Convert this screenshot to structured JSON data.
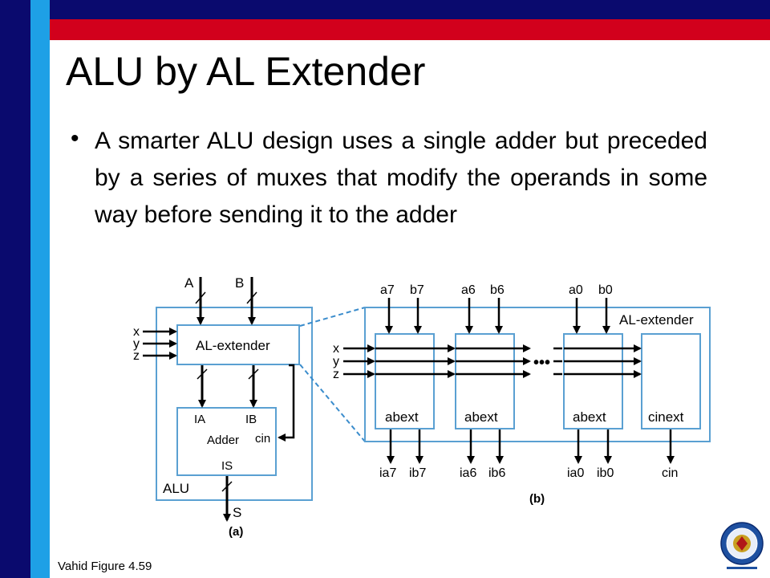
{
  "slide": {
    "title": "ALU by AL Extender",
    "bullet": "A smarter ALU design uses a single adder but preceded by a series of muxes that modify the operands in some way before sending it to the adder",
    "caption": "Vahid Figure 4.59"
  },
  "diagram_a": {
    "input_a": "A",
    "input_b": "B",
    "x": "x",
    "y": "y",
    "z": "z",
    "extender_label": "AL-extender",
    "adder_ia": "IA",
    "adder_ib": "IB",
    "adder_label": "Adder",
    "adder_cin": "cin",
    "adder_is": "IS",
    "alu_label": "ALU",
    "output_s": "S",
    "sublabel": "(a)"
  },
  "diagram_b": {
    "extender_label": "AL-extender",
    "x": "x",
    "y": "y",
    "z": "z",
    "dots": "•••",
    "blocks": [
      {
        "label": "abext",
        "in_a": "a7",
        "in_b": "b7",
        "out_a": "ia7",
        "out_b": "ib7"
      },
      {
        "label": "abext",
        "in_a": "a6",
        "in_b": "b6",
        "out_a": "ia6",
        "out_b": "ib6"
      },
      {
        "label": "abext",
        "in_a": "a0",
        "in_b": "b0",
        "out_a": "ia0",
        "out_b": "ib0"
      }
    ],
    "cinext_label": "cinext",
    "cin_out": "cin",
    "sublabel": "(b)"
  },
  "colors": {
    "navy": "#0a0a6e",
    "cyan": "#1ea0e6",
    "red": "#d2001c",
    "box_stroke": "#5aa0d2"
  }
}
